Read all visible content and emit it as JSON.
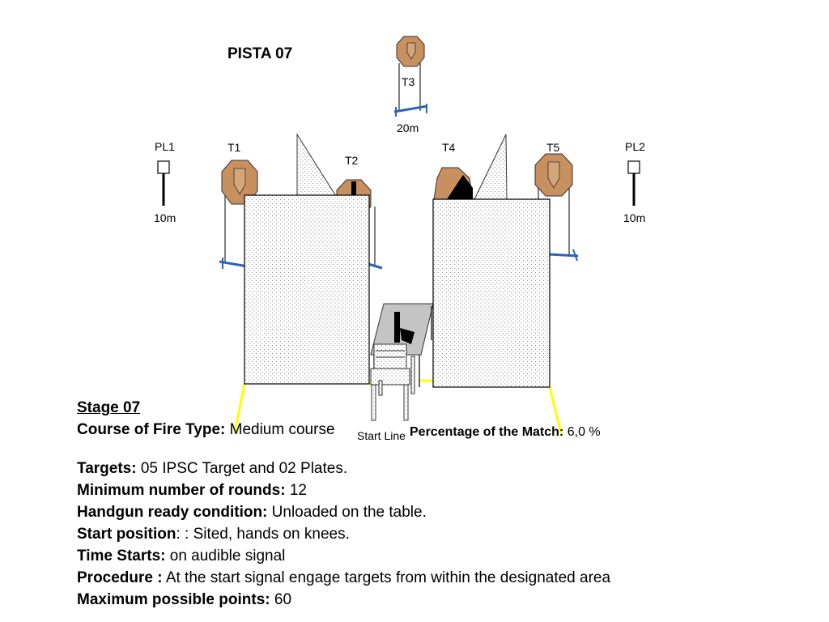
{
  "diagram": {
    "title": "PISTA 07",
    "targets": {
      "t1": "T1",
      "t2": "T2",
      "t3": "T3",
      "t4": "T4",
      "t5": "T5",
      "pl1": "PL1",
      "pl2": "PL2"
    },
    "distances": {
      "t3": "20m",
      "pl1": "10m",
      "pl2": "10m"
    },
    "start_line": "Start Line",
    "percentage_label": "Percentage of the Match:",
    "percentage_value": "6,0 %",
    "colors": {
      "target_fill": "#c8905f",
      "target_inner": "#d3a577",
      "stand_blue": "#2f62b5",
      "start_line": "#ffff00",
      "wall_dots": "#8c8c8c",
      "table": "#c4c4c4"
    }
  },
  "briefing": {
    "stage_title": "Stage 07",
    "course_label": "Course of Fire Type:",
    "course_value": "Medium course",
    "targets_label": "Targets:",
    "targets_value": "05 IPSC Target and 02 Plates.",
    "rounds_label": "Minimum number of rounds:",
    "rounds_value": "12",
    "ready_label": "Handgun ready condition:",
    "ready_value": "Unloaded on the table.",
    "start_label": "Start position",
    "start_value": ": : Sited, hands on knees.",
    "time_label": "Time Starts:",
    "time_value": "on audible signal",
    "procedure_label": "Procedure :",
    "procedure_value": "At the start signal engage targets from within the designated area",
    "points_label": "Maximum possible points:",
    "points_value": "60"
  }
}
